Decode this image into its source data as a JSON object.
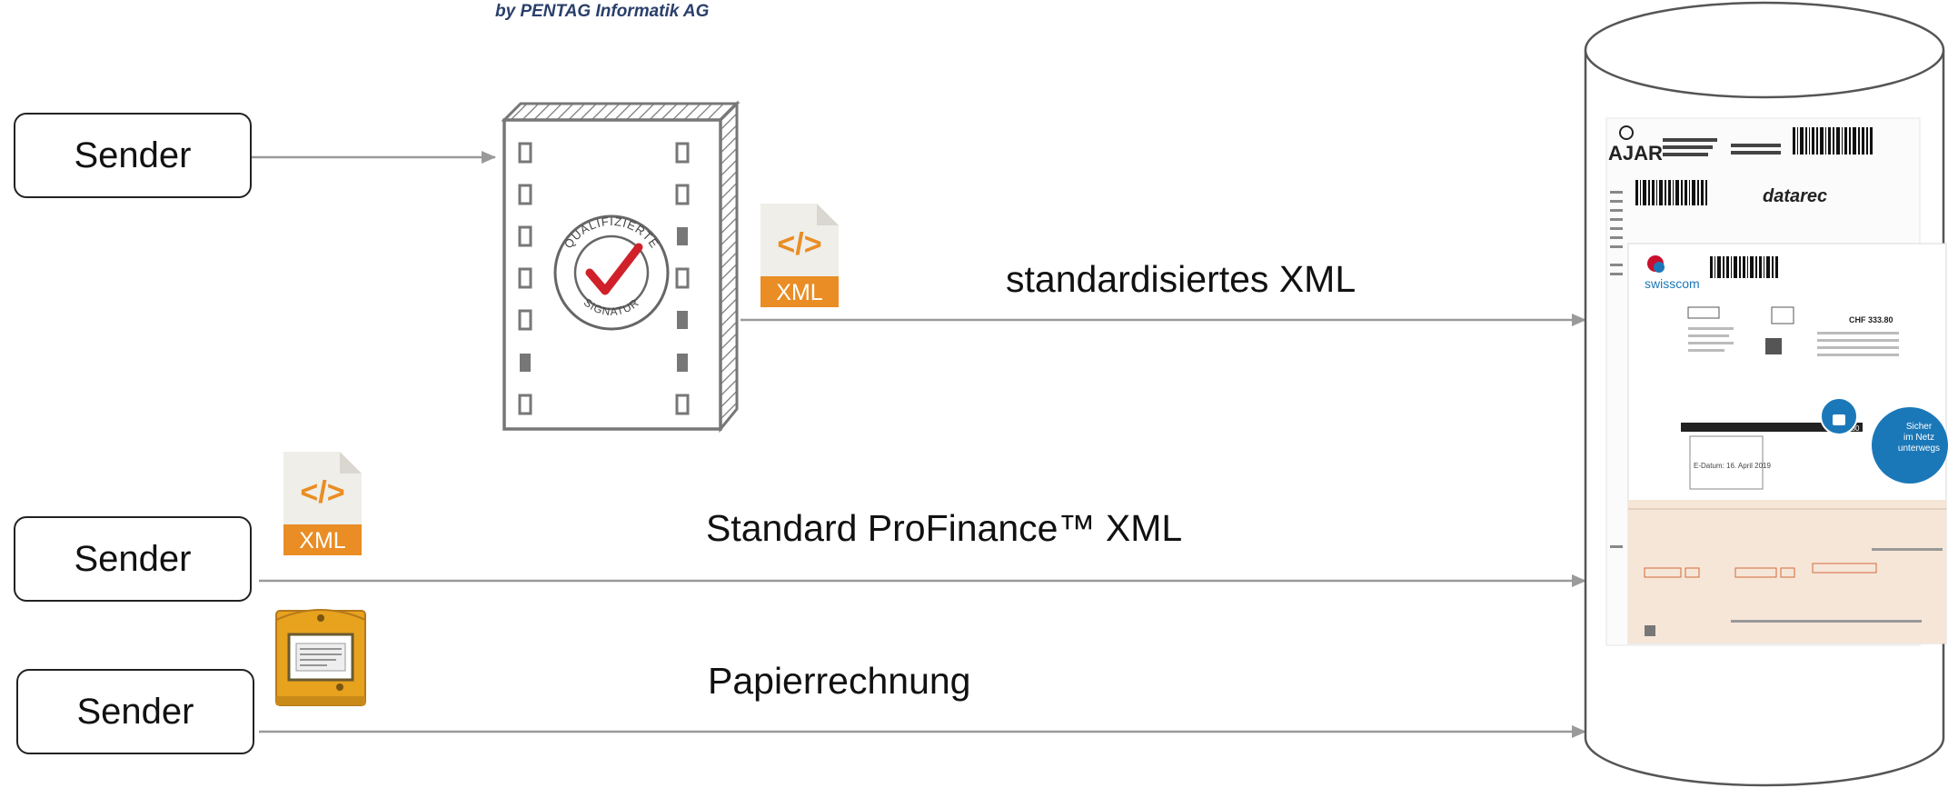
{
  "brand": "by PENTAG Informatik AG",
  "senders": [
    "Sender",
    "Sender",
    "Sender"
  ],
  "flows": {
    "signed_xml": "standardisiertes XML",
    "profinance_xml": "Standard ProFinance™ XML",
    "paper": "Papierrechnung"
  },
  "icons": {
    "xml_file": "XML",
    "seal_top": "QUALIFIZIERTE",
    "seal_bottom": "SIGNATUR"
  },
  "documents": {
    "ajar_name": "AJAR",
    "swisscom_name": "swisscom",
    "datarec_name": "datarec",
    "badge": [
      "Sicher",
      "im Netz",
      "unterwegs"
    ],
    "date_stamp": "E-Datum: 16. April 2019",
    "amount": "333.80",
    "amount_header": "CHF 333.80"
  },
  "colors": {
    "xml_orange": "#e98d24",
    "arrow_gray": "#9a9a9a",
    "seal_red": "#d0202a",
    "swisscom_blue": "#1b78b8",
    "mailbox_yellow": "#e7a21e"
  }
}
